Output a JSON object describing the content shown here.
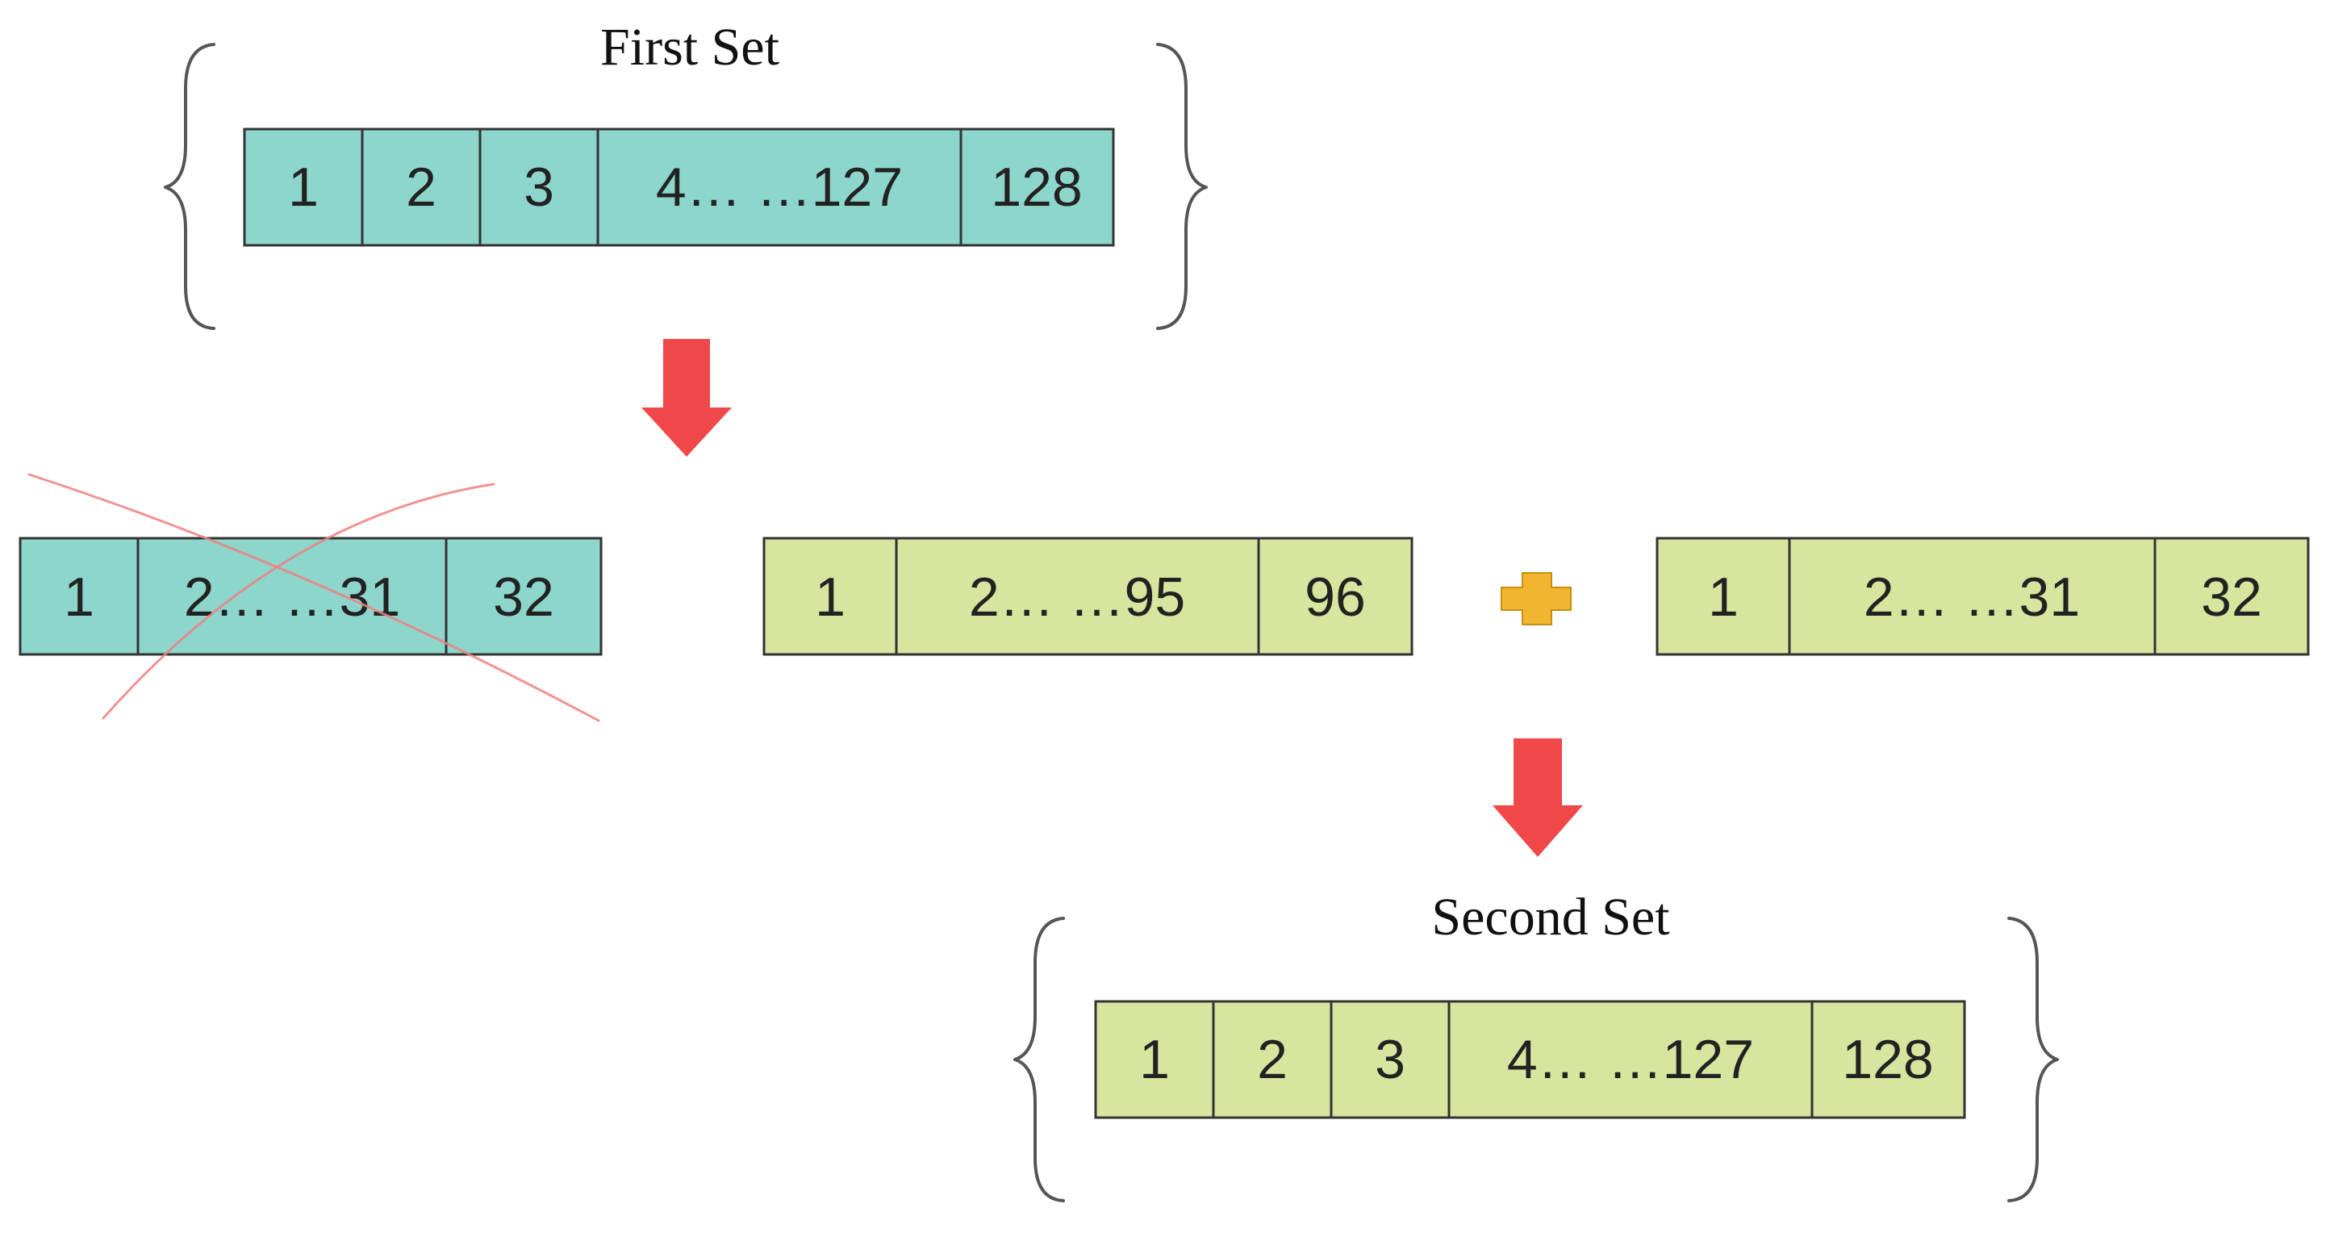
{
  "colors": {
    "teal_fill": "#8dd6cc",
    "green_fill": "#d7e59f",
    "cell_border": "#333333",
    "arrow_red": "#f04848",
    "plus_yellow": "#f2b530",
    "cross_red": "#f08080"
  },
  "first_set": {
    "title": "First Set",
    "cells": [
      "1",
      "2",
      "3",
      "4… …127",
      "128"
    ]
  },
  "removed_block": {
    "cells": [
      "1",
      "2… …31",
      "32"
    ],
    "crossed_out": true
  },
  "kept_block": {
    "cells": [
      "1",
      "2… …95",
      "96"
    ]
  },
  "added_block": {
    "cells": [
      "1",
      "2… …31",
      "32"
    ]
  },
  "operator": "plus-icon",
  "second_set": {
    "title": "Second Set",
    "cells": [
      "1",
      "2",
      "3",
      "4… …127",
      "128"
    ]
  }
}
